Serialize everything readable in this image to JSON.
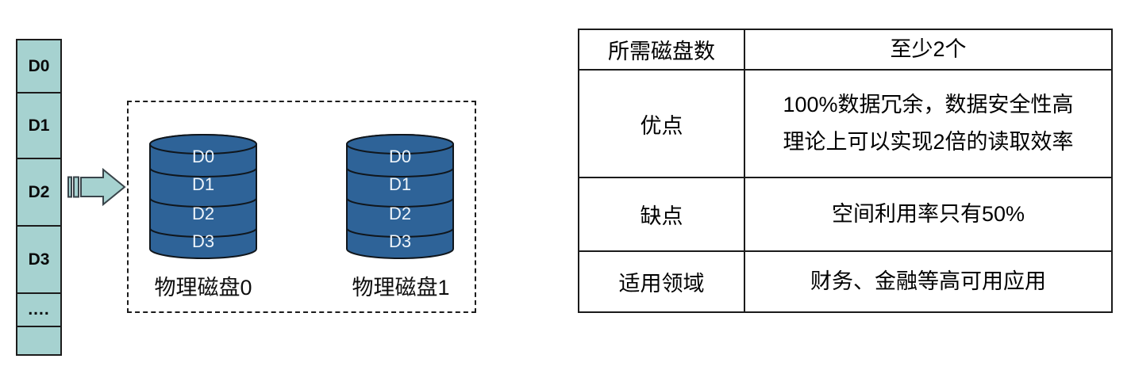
{
  "figure": {
    "stripe_column": {
      "blocks": [
        "D0",
        "D1",
        "D2",
        "D3",
        "....",
        ""
      ]
    },
    "arrow_icon": "striped-right-arrow",
    "disk_group": {
      "disks": [
        {
          "caption": "物理磁盘0",
          "blocks": [
            "D0",
            "D1",
            "D2",
            "D3"
          ]
        },
        {
          "caption": "物理磁盘1",
          "blocks": [
            "D0",
            "D1",
            "D2",
            "D3"
          ]
        }
      ]
    },
    "colors": {
      "stripe_fill": "#a6d2d0",
      "disk_fill": "#2e6398",
      "disk_label": "#edf4fa",
      "line": "#1c1c1c"
    }
  },
  "table": {
    "rows": [
      {
        "label": "所需磁盘数",
        "value": "至少2个"
      },
      {
        "label": "优点",
        "value": "100%数据冗余，数据安全性高\n理论上可以实现2倍的读取效率"
      },
      {
        "label": "缺点",
        "value": "空间利用率只有50%"
      },
      {
        "label": "适用领域",
        "value": "财务、金融等高可用应用"
      }
    ]
  }
}
